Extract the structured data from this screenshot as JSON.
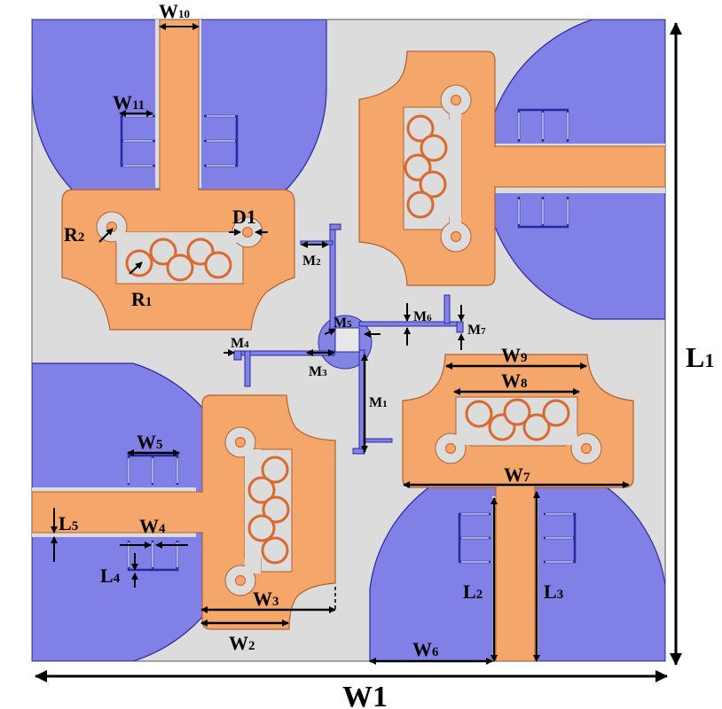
{
  "title": "Quad-port antenna layout with dimension labels",
  "colors": {
    "substrate": "#dcdcdc",
    "ground": "#8080e6",
    "ground_edge": "#2828a0",
    "patch": "#f5a66b",
    "patch_edge": "#b0602c",
    "ring": "#d9692f",
    "arrow": "#000000"
  },
  "labels": {
    "W1": {
      "main": "W",
      "sub": "1"
    },
    "L1": {
      "main": "L",
      "sub": "1"
    },
    "W2": {
      "main": "W",
      "sub": "2"
    },
    "W3": {
      "main": "W",
      "sub": "3"
    },
    "W4": {
      "main": "W",
      "sub": "4"
    },
    "W5": {
      "main": "W",
      "sub": "5"
    },
    "W6": {
      "main": "W",
      "sub": "6"
    },
    "W7": {
      "main": "W",
      "sub": "7"
    },
    "W8": {
      "main": "W",
      "sub": "8"
    },
    "W9": {
      "main": "W",
      "sub": "9"
    },
    "W10": {
      "main": "W",
      "sub": "10"
    },
    "W11": {
      "main": "W",
      "sub": "11"
    },
    "L2": {
      "main": "L",
      "sub": "2"
    },
    "L3": {
      "main": "L",
      "sub": "3"
    },
    "L4": {
      "main": "L",
      "sub": "4"
    },
    "L5": {
      "main": "L",
      "sub": "5"
    },
    "R1": {
      "main": "R",
      "sub": "1"
    },
    "R2": {
      "main": "R",
      "sub": "2"
    },
    "D1": {
      "main": "D1",
      "sub": ""
    },
    "M1": {
      "main": "M",
      "sub": "1"
    },
    "M2": {
      "main": "M",
      "sub": "2"
    },
    "M3": {
      "main": "M",
      "sub": "3"
    },
    "M4": {
      "main": "M",
      "sub": "4"
    },
    "M5": {
      "main": "M",
      "sub": "5"
    },
    "M6": {
      "main": "M",
      "sub": "6"
    },
    "M7": {
      "main": "M",
      "sub": "7"
    }
  }
}
